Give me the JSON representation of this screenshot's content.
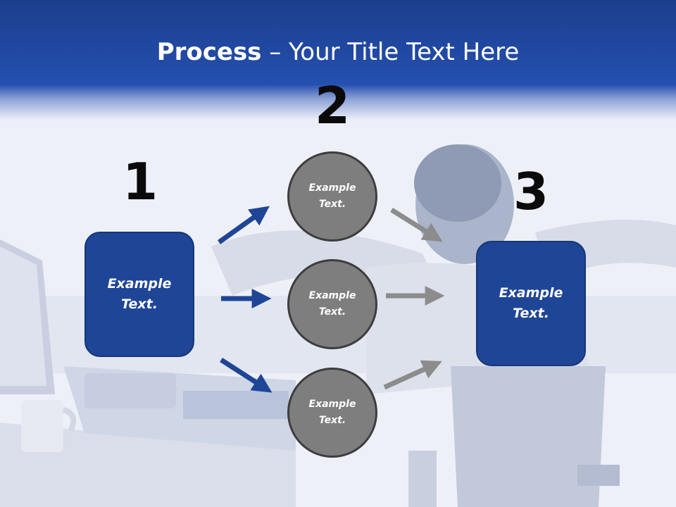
{
  "title": {
    "bold": "Process",
    "rest": " – Your Title Text Here"
  },
  "steps": {
    "one": {
      "number": "1",
      "line1": "Example",
      "line2": "Text."
    },
    "two": {
      "number": "2",
      "circles": [
        {
          "line1": "Example",
          "line2": "Text."
        },
        {
          "line1": "Example",
          "line2": "Text."
        },
        {
          "line1": "Example",
          "line2": "Text."
        }
      ]
    },
    "three": {
      "number": "3",
      "line1": "Example",
      "line2": "Text."
    }
  },
  "colors": {
    "header_blue": "#2550b0",
    "box_blue": "#1f4596",
    "circle_gray": "#7e7e7e",
    "arrow_blue": "#1f4596",
    "arrow_gray": "#8c8c8c"
  }
}
